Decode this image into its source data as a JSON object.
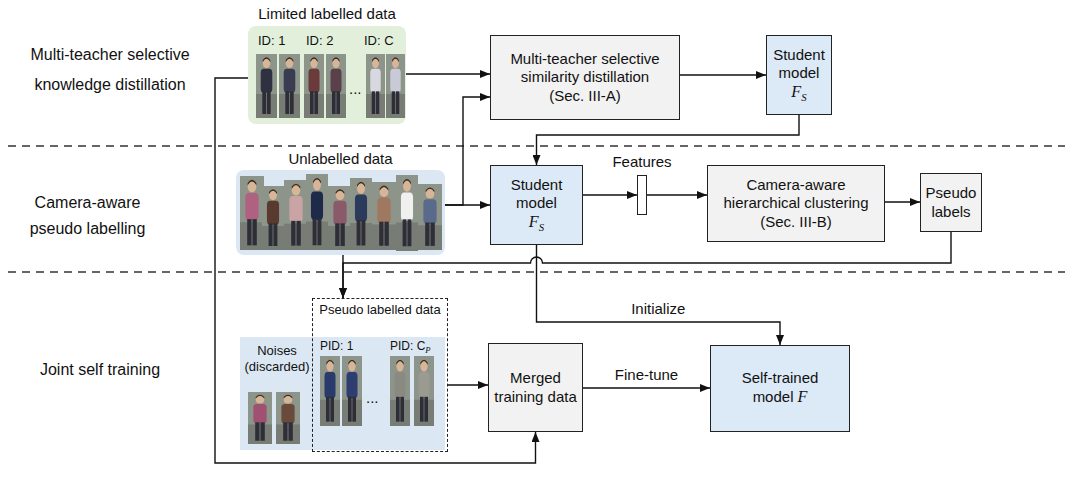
{
  "diagram": {
    "nodes": [
      {
        "text": [
          "Limited labelled data",
          "ID: 1",
          "ID: 2",
          "ID: C",
          "..."
        ]
      },
      {
        "text": [
          "Multi-teacher selective similarity distillation",
          "(Sec. III-A)"
        ]
      },
      {
        "text": [
          "Student model",
          "F",
          "S"
        ]
      },
      {
        "text": [
          "Unlabelled data"
        ]
      },
      {
        "text": [
          "Student model",
          "F",
          "S"
        ]
      },
      {
        "text": [
          "Features"
        ]
      },
      {
        "text": [
          "Camera-aware hierarchical clustering",
          "(Sec. III-B)"
        ]
      },
      {
        "text": [
          "Pseudo labels"
        ]
      },
      {
        "text": [
          "Noises (discarded)"
        ]
      },
      {
        "text": [
          "Pseudo labelled data",
          "PID: 1",
          "PID: C",
          "P",
          "..."
        ]
      },
      {
        "text": [
          "Merged training data"
        ]
      },
      {
        "text": [
          "Self-trained model",
          "F"
        ]
      }
    ],
    "edges": [
      {
        "from": 0,
        "to": 1,
        "arrow": "to"
      },
      {
        "from": 3,
        "to": 1,
        "arrow": "to"
      },
      {
        "from": 3,
        "to": 4,
        "arrow": "to"
      },
      {
        "from": 1,
        "to": 2,
        "arrow": "to"
      },
      {
        "from": 2,
        "to": 4,
        "arrow": "to"
      },
      {
        "from": 4,
        "to": 5,
        "arrow": "to"
      },
      {
        "from": 5,
        "to": 6,
        "arrow": "to"
      },
      {
        "from": 6,
        "to": 7,
        "arrow": "to"
      },
      {
        "from": 7,
        "to": 9,
        "arrow": "to"
      },
      {
        "from": 3,
        "to": 9,
        "arrow": "to"
      },
      {
        "from": 4,
        "to": 11,
        "label": "Initialize",
        "arrow": "to"
      },
      {
        "from": 0,
        "to": 10,
        "arrow": "to"
      },
      {
        "from": 9,
        "to": 10,
        "arrow": "to"
      },
      {
        "from": 10,
        "to": 11,
        "label": "Fine-tune",
        "arrow": "to"
      }
    ],
    "labels": [
      "Multi-teacher selective knowledge distillation",
      "Camera-aware pseudo labelling",
      "Joint self training"
    ]
  }
}
